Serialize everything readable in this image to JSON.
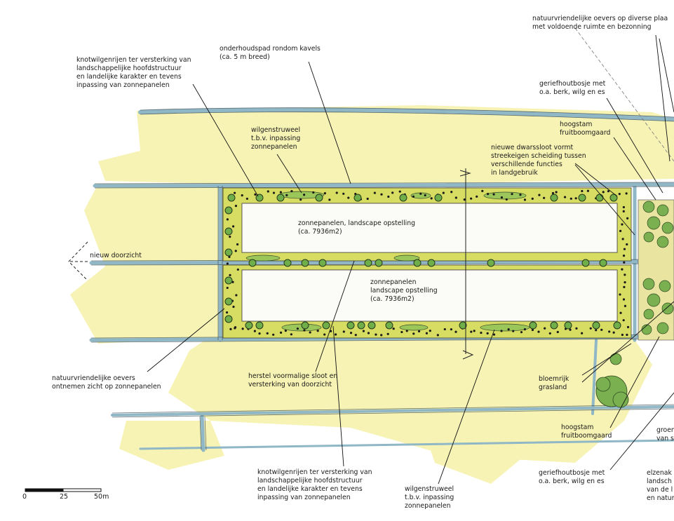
{
  "labels": {
    "knotwilg_top": "knotwilgenrijen ter versterking van\nlandschappelijke hoofdstructuur\nen landelijke karakter en tevens\ninpassing van zonnepanelen",
    "onderhoudspad": "onderhoudspad rondom kavels\n(ca. 5 m breed)",
    "natuur_oevers_top": "natuurvriendelijke oevers op diverse plaa\nmet voldoende ruimte en bezonning",
    "gerief_top": "geriefhoutbosje met\no.a. berk, wilg en es",
    "hoogstam_top": "hoogstam\nfruitboomgaard",
    "wilgenstruweel_top": "wilgenstruweel\nt.b.v. inpassing\nzonnepanelen",
    "dwarssloot": "nieuwe dwarssloot vormt\nstreekeigen scheiding tussen\nverschillende functies\nin landgebruik",
    "panel_top": "zonnepanelen, landscape opstelling\n(ca. 7936m2)",
    "nieuw_doorzicht": "nieuw doorzicht",
    "panel_bottom": "zonnepanelen\nlandscape opstelling\n(ca. 7936m2)",
    "natuur_oevers_left": "natuurvriendelijke oevers\nontnemen zicht op zonnepanelen",
    "herstel": "herstel voormalige sloot en\nversterking van doorzicht",
    "bloemrijk": "bloemrijk\ngrasland",
    "hoogstam_bottom": "hoogstam\nfruitboomgaard",
    "groen_cut": "groen\nvan s",
    "knotwilg_bottom": "knotwilgenrijen ter versterking van\nlandschappelijke hoofdstructuur\nen landelijke karakter en tevens\ninpassing van zonnepanelen",
    "wilgenstruweel_bottom": "wilgenstruweel\nt.b.v. inpassing\nzonnepanelen",
    "gerief_bottom": "geriefhoutbosje met\no.a. berk, wilg en es",
    "elzen_cut": "elzenak\nlandsch\nvan de l\nen natur"
  },
  "scale_bar": {
    "ticks": [
      "0",
      "25",
      "50m"
    ]
  },
  "colors": {
    "water": "#9fc3cf",
    "grass_wash": "#f5f0a6",
    "path": "#d9dd6a",
    "willow": "#9bc75a",
    "tree": "#6fae49",
    "panel": "#fbfbf8"
  }
}
